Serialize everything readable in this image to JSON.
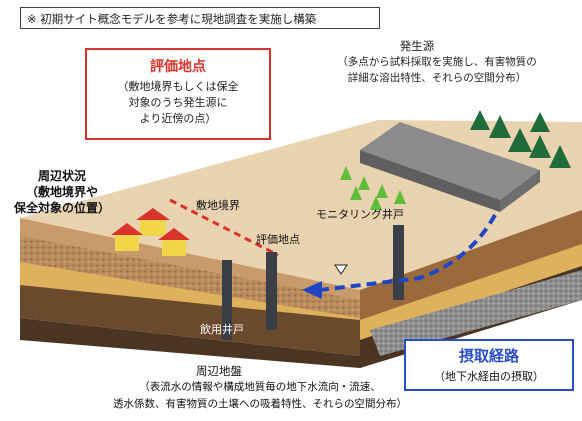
{
  "note": "※ 初期サイト概念モデルを参考に現地調査を実施し構築",
  "evaluation_point_box": {
    "title": "評価地点",
    "lines": [
      "（敷地境界もしくは保全",
      "対象のうち発生源に",
      "より近傍の点）"
    ]
  },
  "source": {
    "title": "発生源",
    "lines": [
      "（多点から試料採取を実施し、有害物質の",
      "詳細な溶出特性、それらの空間分布）"
    ]
  },
  "surroundings": {
    "lines": [
      "周辺状況",
      "（敷地境界や",
      "保全対象の位置）"
    ]
  },
  "labels": {
    "site_boundary": "敷地境界",
    "monitoring_well": "モニタリング井戸",
    "evaluation_point": "評価地点",
    "drinking_well": "飲用井戸"
  },
  "ground": {
    "title": "周辺地盤",
    "lines": [
      "（表流水の情報や構成地質毎の地下水流向・流速、",
      "透水係数、有害物質の土壌への吸着特性、それらの空間分布）"
    ]
  },
  "exposure_route": {
    "title": "摂取経路",
    "subtitle": "（地下水経由の摂取）"
  },
  "colors": {
    "accent_red": "#d9342b",
    "accent_blue": "#2a4ec8",
    "groundwater_arrow": "#1f45c4"
  }
}
